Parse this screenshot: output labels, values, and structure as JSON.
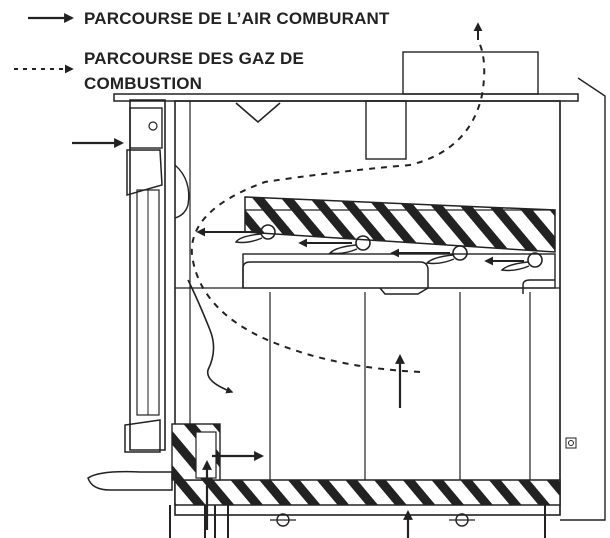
{
  "legend": {
    "air_label": "PARCOURSE DE L’AIR COMBURANT",
    "gas_label_line1": "PARCOURSE DES GAZ DE",
    "gas_label_line2": "COMBUSTION"
  },
  "colors": {
    "ink": "#222222",
    "background": "#ffffff"
  },
  "icons": {
    "solid_arrow": "air-flow-arrow-icon",
    "dashed_arrow": "gas-flow-arrow-icon"
  }
}
